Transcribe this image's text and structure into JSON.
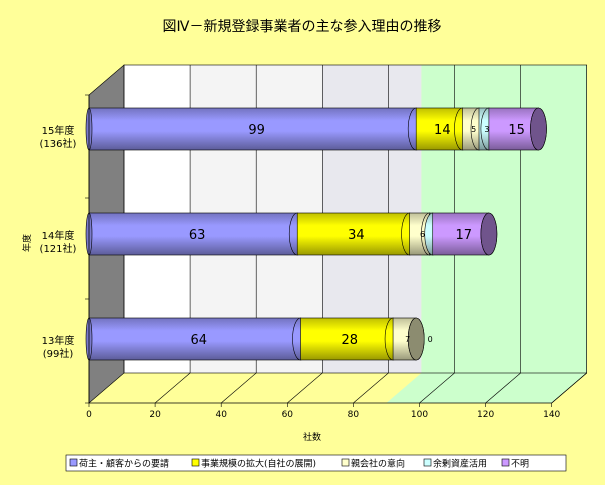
{
  "chart_data": {
    "type": "bar",
    "orientation": "horizontal",
    "stacked": true,
    "title": "図Ⅳ－新規登録事業者の主な参入理由の推移",
    "xlabel": "社数",
    "ylabel": "年度",
    "xlim": [
      0,
      140
    ],
    "xticks": [
      0,
      20,
      40,
      60,
      80,
      100,
      120,
      140
    ],
    "grid": true,
    "legend_position": "bottom",
    "categories": [
      {
        "lines": [
          "15年度",
          "(136社)"
        ]
      },
      {
        "lines": [
          "14年度",
          "(121社)"
        ]
      },
      {
        "lines": [
          "13年度",
          "(99社)"
        ]
      }
    ],
    "series": [
      {
        "name": "荷主・顧客からの要請",
        "color": "#9999ff",
        "values": [
          99,
          63,
          64
        ]
      },
      {
        "name": "事業規模の拡大(自社の展開)",
        "color": "#ffff00",
        "values": [
          14,
          34,
          28
        ]
      },
      {
        "name": "親会社の意向",
        "color": "#ffffcc",
        "values": [
          5,
          6,
          7
        ]
      },
      {
        "name": "余剰資産活用",
        "color": "#ccffff",
        "values": [
          3,
          1,
          0
        ]
      },
      {
        "name": "不明",
        "color": "#cc99ff",
        "values": [
          15,
          17,
          0
        ]
      }
    ],
    "data_labels": [
      [
        "99",
        "14",
        "5",
        "3",
        "15"
      ],
      [
        "63",
        "34",
        "6",
        "",
        "17"
      ],
      [
        "64",
        "28",
        "7",
        "0",
        ""
      ]
    ]
  },
  "colors": {
    "page_background": "#ffff99",
    "floor": "#808080",
    "back_wall_bands": [
      "#ffffff",
      "#f4f4f4",
      "#e8e8ee",
      "#ccffcc"
    ],
    "grid": "#000000"
  }
}
